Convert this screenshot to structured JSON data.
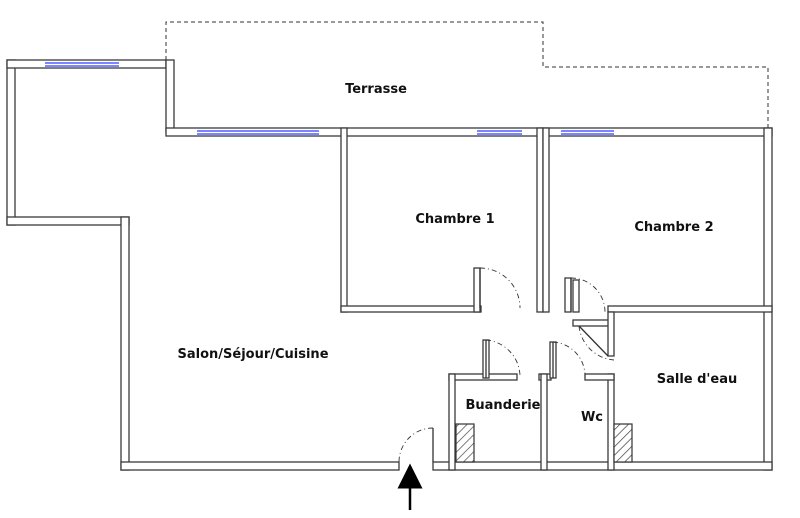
{
  "rooms": {
    "terrasse": "Terrasse",
    "chambre1": "Chambre 1",
    "chambre2": "Chambre 2",
    "salon": "Salon/Séjour/Cuisine",
    "buanderie": "Buanderie",
    "wc": "Wc",
    "salle_eau": "Salle d'eau"
  },
  "colors": {
    "wall_stroke": "#3a3a3a",
    "window": "#2a3cff"
  }
}
